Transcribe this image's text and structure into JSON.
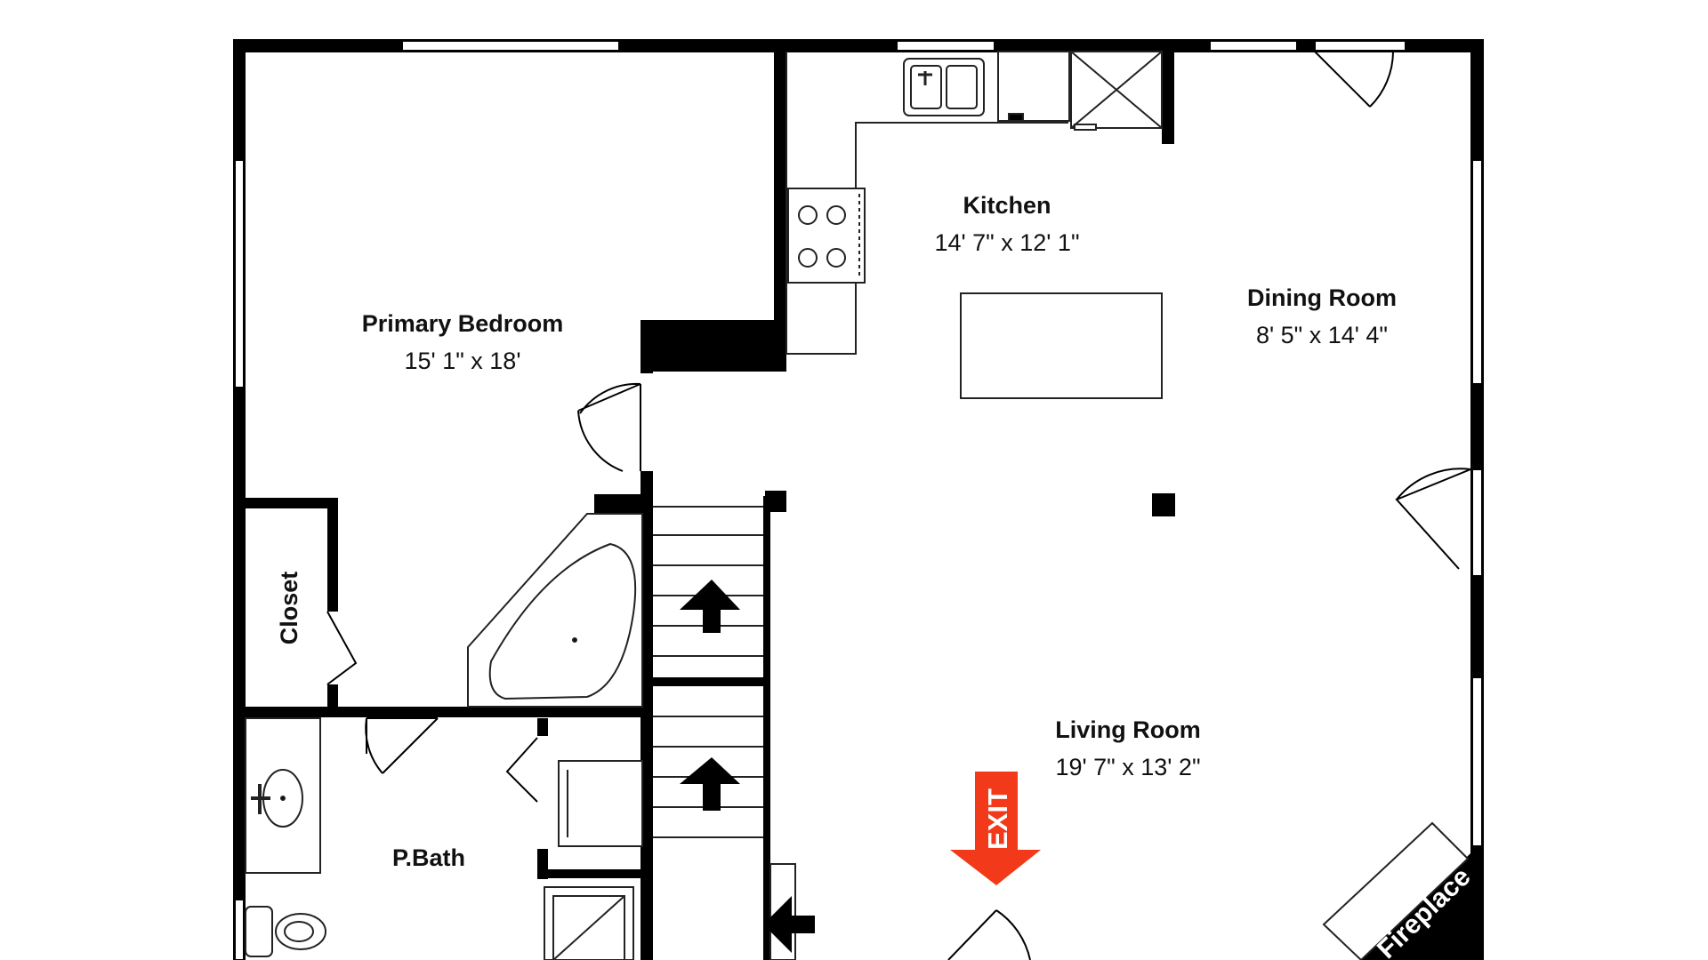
{
  "rooms": {
    "primary_bedroom": {
      "name": "Primary Bedroom",
      "dims": "15' 1\" x 18'"
    },
    "kitchen": {
      "name": "Kitchen",
      "dims": "14' 7\" x 12' 1\""
    },
    "dining_room": {
      "name": "Dining Room",
      "dims": "8' 5\" x 14' 4\""
    },
    "living_room": {
      "name": "Living Room",
      "dims": "19' 7\" x 13' 2\""
    },
    "closet": {
      "name": "Closet"
    },
    "p_bath": {
      "name": "P.Bath"
    }
  },
  "exit_label": "EXIT",
  "fireplace_label": "Fireplace",
  "colors": {
    "wall": "#000000",
    "fixture_line": "#222222",
    "exit_arrow": "#f23a1a",
    "background": "#ffffff"
  }
}
